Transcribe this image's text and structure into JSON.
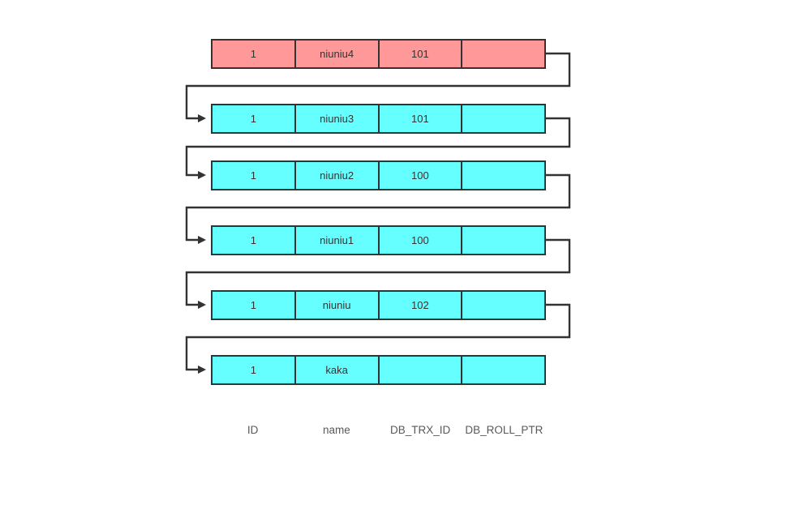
{
  "diagram": {
    "column_labels": [
      "ID",
      "name",
      "DB_TRX_ID",
      "DB_ROLL_PTR"
    ],
    "rows": [
      {
        "variant": "current",
        "cells": [
          "1",
          "niuniu4",
          "101",
          ""
        ]
      },
      {
        "variant": "version",
        "cells": [
          "1",
          "niuniu3",
          "101",
          ""
        ]
      },
      {
        "variant": "version",
        "cells": [
          "1",
          "niuniu2",
          "100",
          ""
        ]
      },
      {
        "variant": "version",
        "cells": [
          "1",
          "niuniu1",
          "100",
          ""
        ]
      },
      {
        "variant": "version",
        "cells": [
          "1",
          "niuniu",
          "102",
          ""
        ]
      },
      {
        "variant": "version",
        "cells": [
          "1",
          "kaka",
          "",
          ""
        ]
      }
    ],
    "colors": {
      "current_row_fill": "#ff9999",
      "version_row_fill": "#66ffff",
      "border": "#333333",
      "connector": "#333333",
      "label_text": "#595959"
    }
  }
}
